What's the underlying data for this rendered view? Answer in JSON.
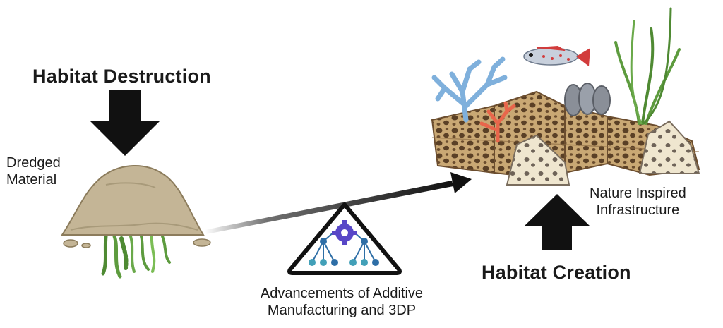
{
  "left": {
    "heading": "Habitat Destruction",
    "pile_label": [
      "Dredged",
      "Material"
    ]
  },
  "right": {
    "heading": "Habitat Creation",
    "structure_label": [
      "Nature Inspired",
      "Infrastructure"
    ]
  },
  "bottom": {
    "caption": [
      "Advancements of Additive",
      "Manufacturing and 3DP"
    ]
  },
  "colors": {
    "arrow": "#111111",
    "sediment": "#c4b596",
    "structure": "#c7a876",
    "coral_blue": "#7fb0dc",
    "coral_red": "#e8664b",
    "seagrass": "#5d9b3e",
    "network": "#2e6ea6"
  },
  "icons": [
    "down-arrow-icon",
    "up-arrow-icon",
    "gear-network-icon",
    "fish-icon",
    "mussel-icon",
    "coral-icon",
    "seagrass-icon"
  ]
}
